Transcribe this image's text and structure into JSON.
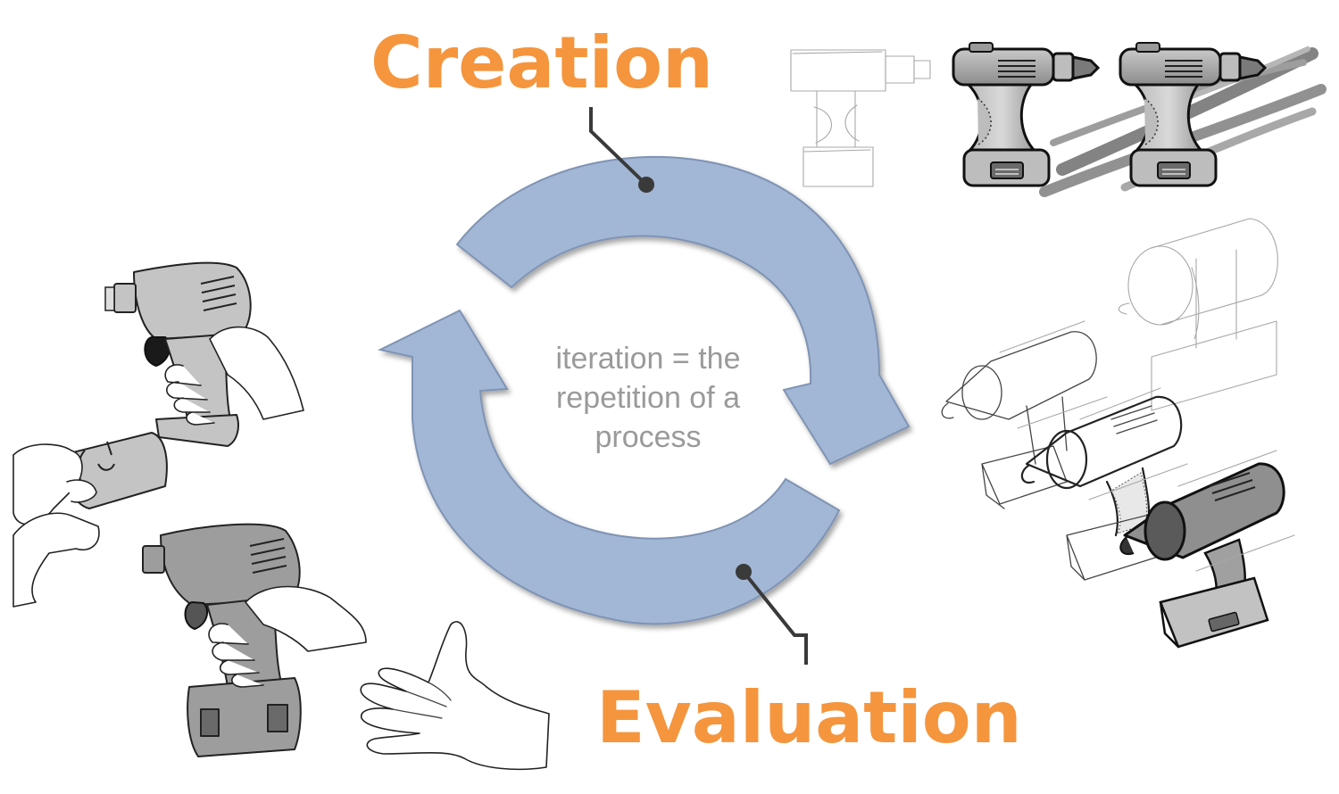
{
  "diagram": {
    "top_label": "Creation",
    "bottom_label": "Evaluation",
    "center_lines": [
      "iteration = the",
      "repetition of a",
      "process"
    ]
  },
  "colors": {
    "accent": "#f5953d",
    "arrow_fill": "#a2b6d5",
    "arrow_stroke": "#7f93b4",
    "center_text": "#9a9a9a",
    "connector": "#3a3a3a"
  },
  "illustrations": {
    "top_right": "drill-sketch-progression-icon",
    "right": "drill-perspective-sketches-icon",
    "left": "hands-testing-drill-models-icon"
  }
}
